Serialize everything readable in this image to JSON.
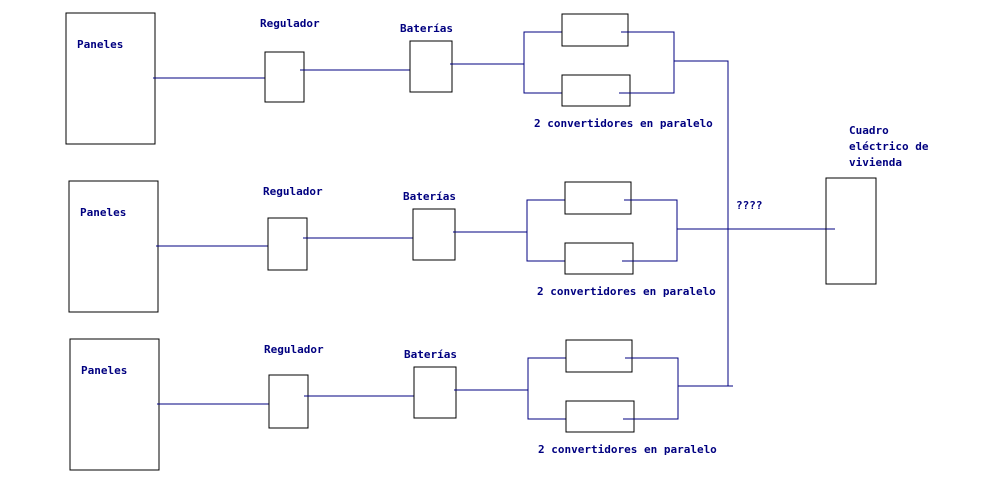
{
  "labels": {
    "panels": "Paneles",
    "regulator": "Regulador",
    "batteries": "Baterías",
    "converters": "2 convertidores en paralelo",
    "unknown": "????",
    "panel_board": [
      "Cuadro",
      "eléctrico de",
      "vivienda"
    ]
  },
  "colors": {
    "wire": "#000080",
    "text": "#000080",
    "box_stroke": "#000000"
  }
}
